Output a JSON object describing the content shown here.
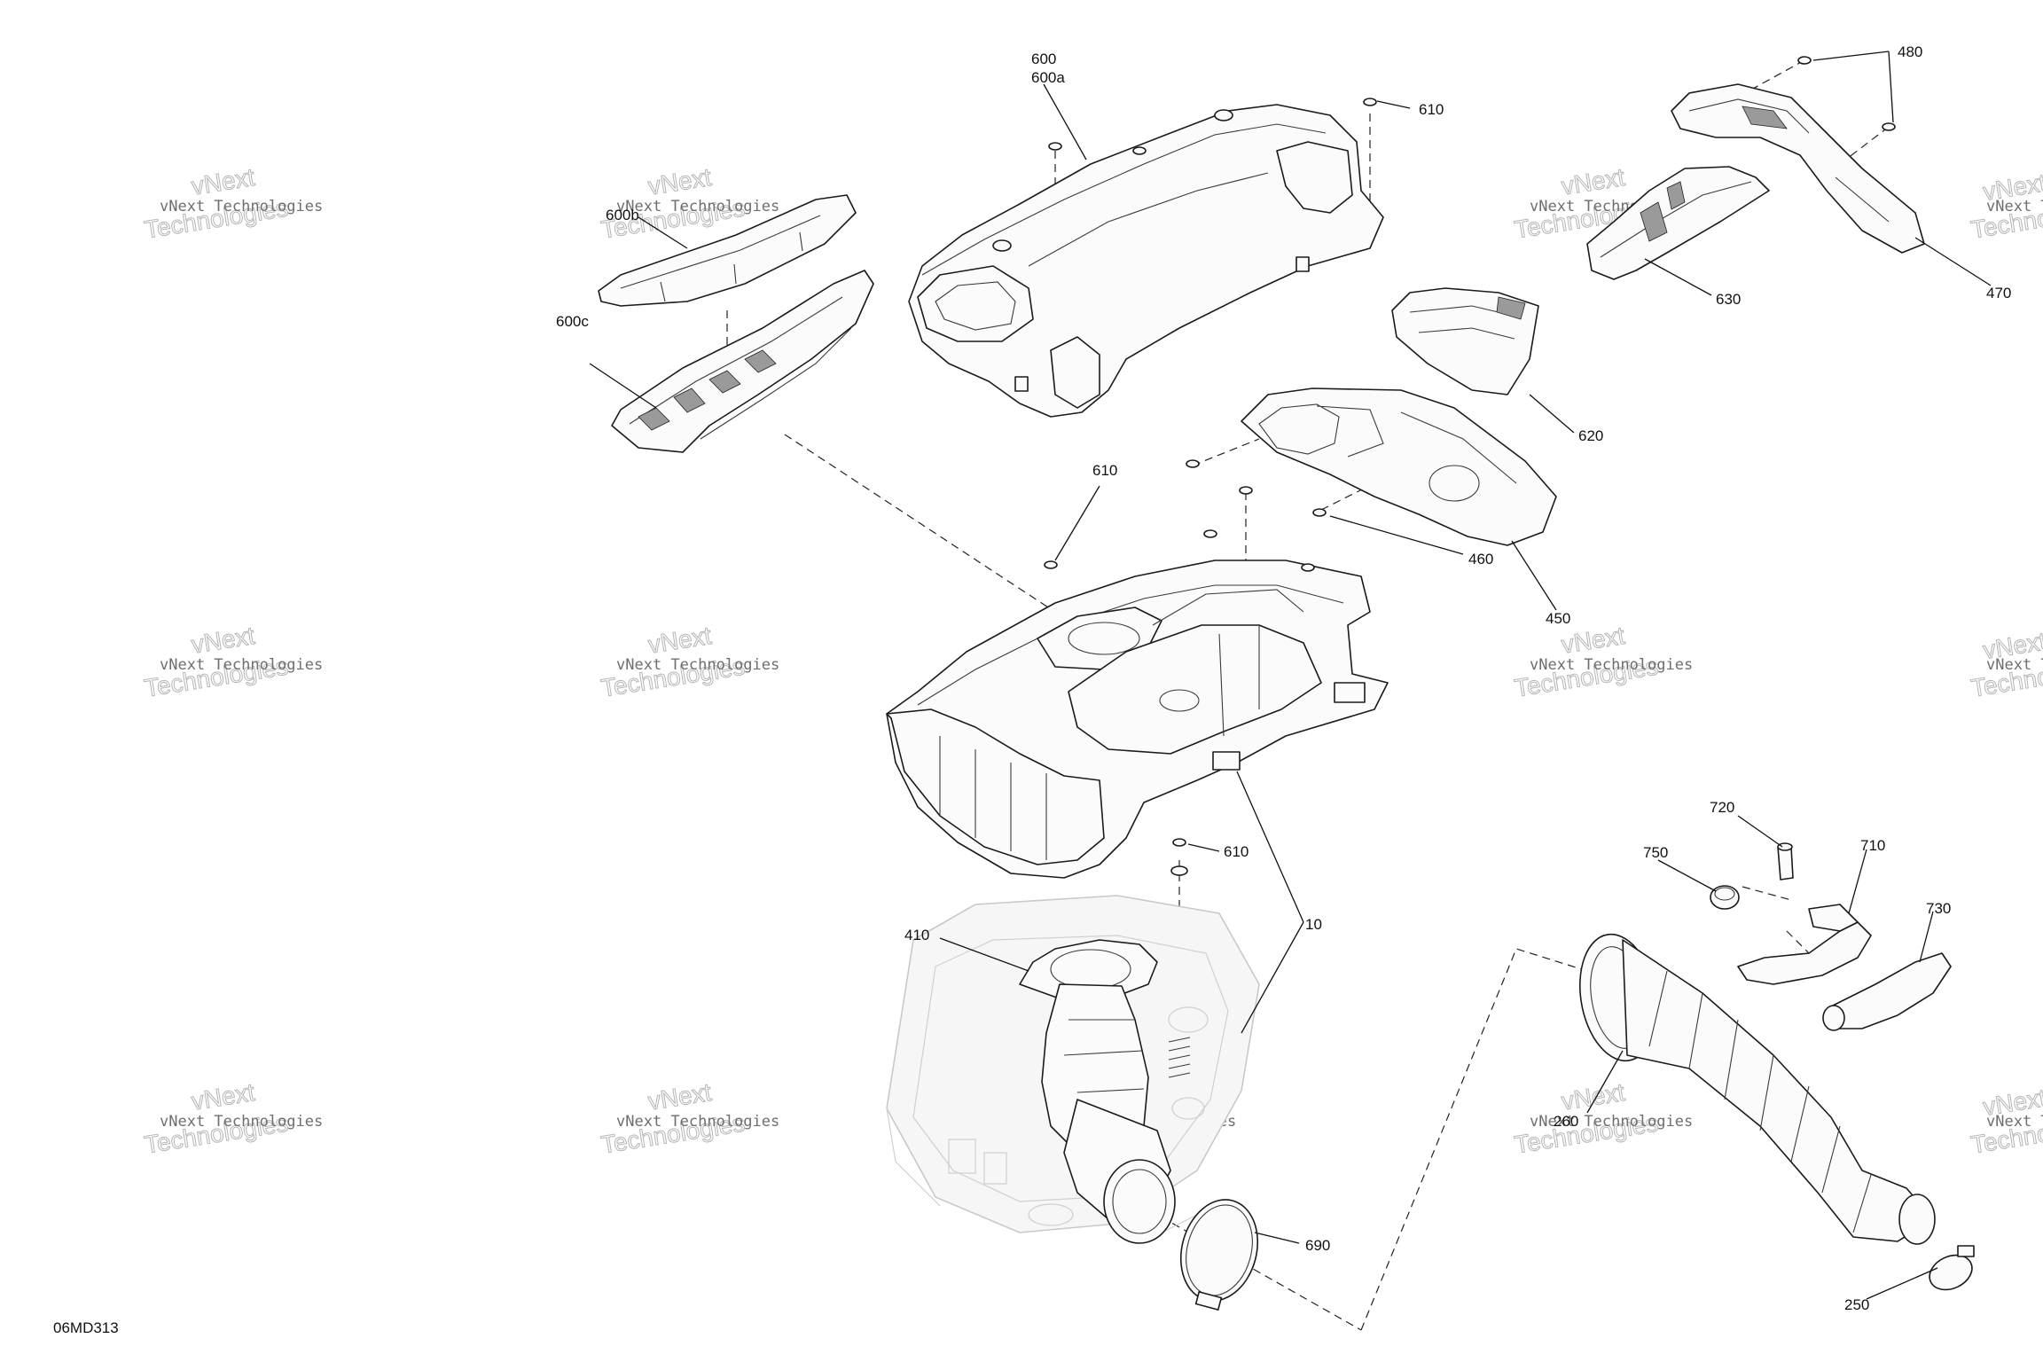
{
  "diagram_code": "06MD313",
  "callouts": {
    "c600": "600",
    "c600a": "600a",
    "c600b": "600b",
    "c600c": "600c",
    "c610_top": "610",
    "c610_mid": "610",
    "c610_low": "610",
    "c480": "480",
    "c470": "470",
    "c630": "630",
    "c620": "620",
    "c460": "460",
    "c450": "450",
    "c10": "10",
    "c410": "410",
    "c690": "690",
    "c720": "720",
    "c750": "750",
    "c710": "710",
    "c730": "730",
    "c260": "260",
    "c250": "250"
  },
  "watermark": {
    "line1": "vNext Technologies",
    "line2": "Technologies",
    "line3": "vNext"
  }
}
